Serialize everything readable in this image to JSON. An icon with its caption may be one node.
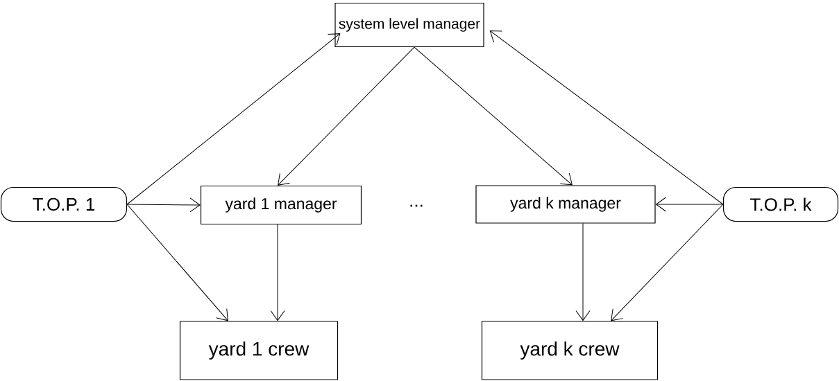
{
  "diagram": {
    "nodes": [
      {
        "text": [
          "system level manager"
        ]
      },
      {
        "text": [
          "T.O.P. 1"
        ]
      },
      {
        "text": [
          "yard 1 manager"
        ]
      },
      {
        "text": [
          "yard k manager"
        ]
      },
      {
        "text": [
          "T.O.P. k"
        ]
      },
      {
        "text": [
          "yard 1 crew"
        ]
      },
      {
        "text": [
          "yard k crew"
        ]
      }
    ],
    "edges": [
      {
        "from": 1,
        "to": 0,
        "arrow": "to"
      },
      {
        "from": 0,
        "to": 2,
        "arrow": "to"
      },
      {
        "from": 0,
        "to": 3,
        "arrow": "to"
      },
      {
        "from": 4,
        "to": 0,
        "arrow": "to"
      },
      {
        "from": 1,
        "to": 2,
        "arrow": "to"
      },
      {
        "from": 1,
        "to": 5,
        "arrow": "to"
      },
      {
        "from": 2,
        "to": 5,
        "arrow": "to"
      },
      {
        "from": 4,
        "to": 3,
        "arrow": "to"
      },
      {
        "from": 3,
        "to": 6,
        "arrow": "to"
      },
      {
        "from": 4,
        "to": 6,
        "arrow": "to"
      }
    ],
    "labels": [
      "..."
    ]
  }
}
